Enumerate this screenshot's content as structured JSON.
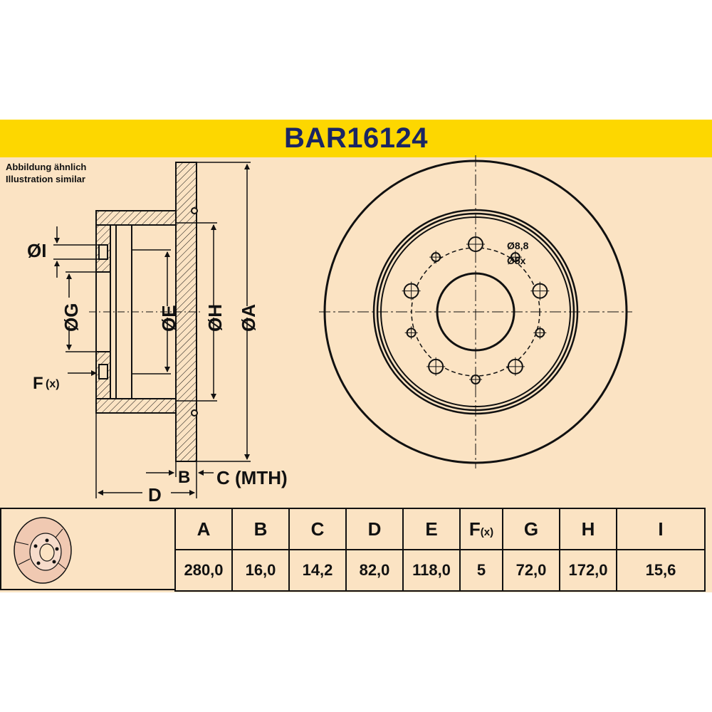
{
  "title": "BAR16124",
  "note": [
    "Abbildung ähnlich",
    "Illustration similar"
  ],
  "side_labels": {
    "I": "ØI",
    "G": "ØG",
    "E": "ØE",
    "H": "ØH",
    "A": "ØA",
    "F": "F",
    "F_sub": "(x)",
    "B": "B",
    "C": "C (MTH)",
    "D": "D"
  },
  "bolt_labels": {
    "diameter": "Ø8,8",
    "count": "Ø5x"
  },
  "table": {
    "headers": [
      "A",
      "B",
      "C",
      "D",
      "E",
      "F",
      "G",
      "H",
      "I"
    ],
    "f_sub": "(x)",
    "values": [
      "280,0",
      "16,0",
      "14,2",
      "82,0",
      "118,0",
      "5",
      "72,0",
      "172,0",
      "15,6"
    ]
  },
  "colors": {
    "background": "#fbe3c3",
    "title_bar": "#fdd700",
    "title_text": "#1a2563"
  }
}
